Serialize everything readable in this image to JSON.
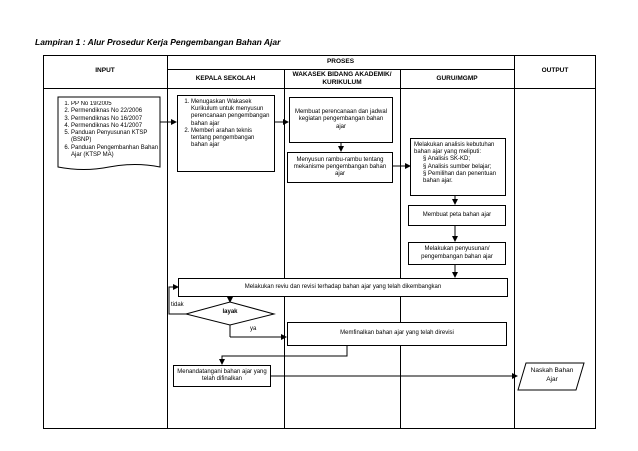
{
  "title": "Lampiran 1 : Alur Prosedur Kerja Pengembangan Bahan Ajar",
  "headers": {
    "input": "INPUT",
    "proses": "PROSES",
    "output": "OUTPUT",
    "kepala_sekolah": "KEPALA SEKOLAH",
    "wakasek": "WAKASEK BIDANG AKADEMIK/ KURIKULUM",
    "guru": "GURU/MGMP"
  },
  "input_items": [
    "PP No 19/2005",
    "Permendiknas No 22/2006",
    "Permendiknas No 16/2007",
    "Permendiknas No 41/2007",
    "Panduan Penyusunan KTSP (BSNP)",
    "Panduan Pengembanhan Bahan Ajar (KTSP MA)"
  ],
  "kepsek_items": [
    "Menugaskan Wakasek Kurikulum untuk menyusun perencanaan pengembangan bahan ajar",
    "Memberi arahan teknis tentang pengembangan bahan ajar"
  ],
  "wakasek_boxes": {
    "perencanaan": "Membuat perencanaan dan jadwal kegiatan pengembangan bahan ajar",
    "rambu": "Menyusun rambu-rambu tentang mekanisme pengembangan bahan ajar"
  },
  "guru_boxes": {
    "analisis_title": "Melakukan analisis kebutuhan bahan ajar yang meliputi:",
    "analisis_items": [
      "Analisis SK-KD;",
      "Analisis sumber belajar;",
      "Pemilihan dan penentuan bahan ajar."
    ],
    "bullet": "§",
    "peta": "Membuat peta bahan ajar",
    "penyusunan": "Melakukan penyusunan/ pengembangan bahan ajar"
  },
  "revisi": "Melakukan reviu dan revisi terhadap bahan ajar yang telah dikembangkan",
  "decision": "layak",
  "label_tidak": "tidak",
  "label_ya": "ya",
  "finalisasi": "Memfinalkan bahan ajar yang telah direvisi",
  "tandatangan": "Menandatangani bahan ajar yang telah difinalkan",
  "output": "Naskah Bahan Ajar"
}
